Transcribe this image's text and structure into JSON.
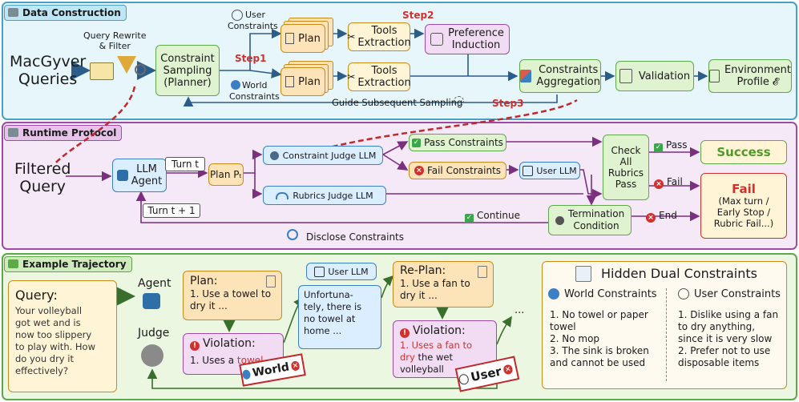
{
  "sections": {
    "data_construction": "Data Construction",
    "runtime_protocol": "Runtime Protocol",
    "example_trajectory": "Example Trajectory"
  },
  "dc": {
    "macgyver_queries": "MacGyver\nQueries",
    "query_rewrite": "Query Rewrite\n& Filter",
    "constraint_sampling": "Constraint\nSampling\n(Planner)",
    "step1": "Step1",
    "step2": "Step2",
    "step3": "Step3",
    "user_constraints": "User\nConstraints",
    "world_constraints": "World\nConstraints",
    "plan": "Plan",
    "tools_extraction": "Tools\nExtraction",
    "preference_induction": "Preference\nInduction",
    "constraints_aggregation": "Constraints\nAggregation",
    "validation": "Validation",
    "environment_profile": "Environment\nProfile 𝓔",
    "guide_sampling": "Guide Subsequent Sampling"
  },
  "rp": {
    "filtered_query": "Filtered\nQuery",
    "llm_agent": "LLM\nAgent",
    "turn_t": "Turn t",
    "plan_pt": "Plan Pₜ",
    "turn_t1": "Turn t + 1",
    "constraint_judge": "Constraint Judge LLM",
    "rubrics_judge": "Rubrics Judge LLM",
    "pass_constraints": "Pass Constraints",
    "fail_constraints": "Fail Constraints",
    "user_llm": "User LLM",
    "check_rubrics": "Check\nAll\nRubrics\nPass",
    "pass": "Pass",
    "fail_label": "Fail",
    "success": "Success",
    "fail_title": "Fail",
    "fail_detail": "(Max turn /\nEarly Stop /\nRubric Fail...)",
    "continue": "Continue",
    "termination": "Termination\nCondition",
    "end": "End",
    "disclose": "Disclose Constraints"
  },
  "et": {
    "query_title": "Query:",
    "query_text": "Your volleyball\ngot wet and is\nnow too slippery\nto play with. How\ndo you dry it\neffectively?",
    "agent": "Agent",
    "judge": "Judge",
    "plan_title": "Plan:",
    "plan_text": "1. Use a towel to\ndry it ...",
    "violation1_title": "Violation:",
    "violation1_prefix": "1. Uses a ",
    "violation1_red": "towel",
    "world_stamp": "World",
    "user_llm": "User LLM",
    "user_reply": "Unfortuna-\ntely, there is\nno towel at\nhome ...",
    "replan_title": "Re-Plan:",
    "replan_text": "1. Use a fan to\ndry it ...",
    "violation2_title": "Violation:",
    "violation2_red": "1. Uses a fan to\ndry",
    "violation2_rest": " the wet\nvolleyball",
    "user_stamp": "User",
    "ellipsis": "...",
    "hidden_title": "Hidden Dual Constraints",
    "world_constraints_title": "World Constraints",
    "user_constraints_title": "User Constraints",
    "world_constraints_text": "1. No towel or paper\ntowel\n2. No mop\n3. The sink is broken\nand cannot be used",
    "user_constraints_text": "1. Dislike using a fan\nto dry anything,\nsince it is very slow\n2. Prefer not to use\ndisposable items"
  },
  "colors": {
    "dc_bg": "#e6f6fb",
    "dc_border": "#4a9fc4",
    "rp_bg": "#f6e9f7",
    "rp_border": "#a04aa8",
    "et_bg": "#ecf7e2",
    "et_border": "#5fa84a",
    "green_box": "#dff3d0",
    "blue_box": "#dbeeff",
    "orange_box": "#fde3b8",
    "purple_box": "#f2dcf3",
    "yellow_box": "#fff5d6",
    "red": "#d0312d"
  },
  "icons": [
    "database-icon",
    "funnel-icon",
    "book-icon",
    "user-icon",
    "globe-icon",
    "tools-icon",
    "person-board-icon",
    "blocks-icon",
    "checklist-icon",
    "profile-icon",
    "robot-icon",
    "gauge-icon",
    "search-icon",
    "gavel-icon",
    "clipboard-icon",
    "refresh-icon"
  ]
}
